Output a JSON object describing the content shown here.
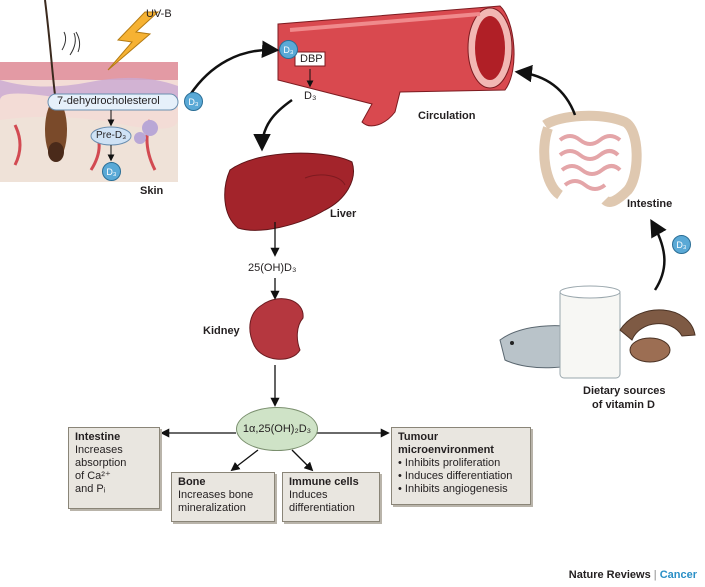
{
  "labels": {
    "uvb": "UV-B",
    "dehydro": "7-dehydrocholesterol",
    "pre_d3": "Pre-D₃",
    "d3": "D₃",
    "dbp": "DBP",
    "skin": "Skin",
    "circulation": "Circulation",
    "liver": "Liver",
    "hydroxy": "25(OH)D₃",
    "kidney": "Kidney",
    "calcitriol": "1α,25(OH)₂D₃",
    "intestine_top": "Intestine",
    "dietary_line1": "Dietary sources",
    "dietary_line2": "of vitamin D"
  },
  "boxes": {
    "intestine": {
      "title": "Intestine",
      "lines": [
        "Increases",
        "absorption",
        "of Ca²⁺",
        "and Pᵢ"
      ]
    },
    "bone": {
      "title": "Bone",
      "lines": [
        "Increases bone",
        "mineralization"
      ]
    },
    "immune": {
      "title": "Immune cells",
      "lines": [
        "Induces",
        "differentiation"
      ]
    },
    "tumour": {
      "title_line1": "Tumour",
      "title_line2": "microenvironment",
      "lines": [
        "• Inhibits proliferation",
        "• Induces differentiation",
        "• Inhibits angiogenesis"
      ]
    }
  },
  "credit": {
    "journal": "Nature Reviews",
    "separator": "|",
    "section": "Cancer"
  },
  "colors": {
    "artery_red": "#c0272d",
    "skin_pink": "#e8a0a8",
    "kidney": "#b5373f",
    "oval_green": "#cfe3c7",
    "d3_blue": "#5aa9d6"
  }
}
